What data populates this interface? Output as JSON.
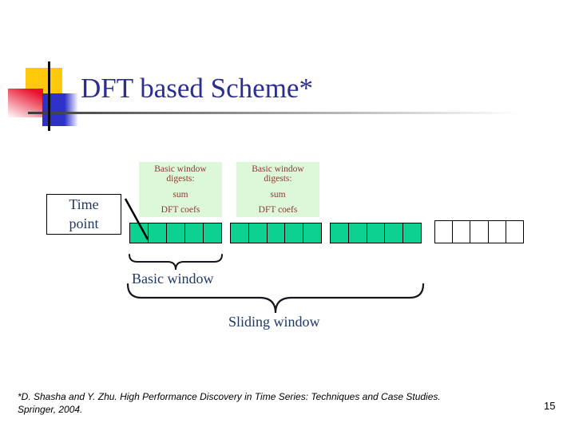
{
  "slide": {
    "title": "DFT based Scheme*",
    "page_number": "15",
    "footnote": "*D. Shasha and Y. Zhu. High Performance Discovery in Time Series: Techniques and Case Studies.\nSpringer, 2004."
  },
  "diagram": {
    "time_point_label": "Time\npoint",
    "digest_boxes": [
      {
        "heading": "Basic window\ndigests:",
        "item1": "sum",
        "item2": "DFT coefs"
      },
      {
        "heading": "Basic window\ndigests:",
        "item1": "sum",
        "item2": "DFT coefs"
      }
    ],
    "cell_groups": [
      {
        "name": "basic-window-1",
        "cell_count": 5,
        "filled": true
      },
      {
        "name": "basic-window-2",
        "cell_count": 5,
        "filled": true
      },
      {
        "name": "basic-window-3",
        "cell_count": 5,
        "filled": true
      },
      {
        "name": "future-window",
        "cell_count": 5,
        "filled": false
      }
    ],
    "basic_window_label": "Basic window",
    "sliding_window_label": "Sliding window"
  },
  "colors": {
    "cell_fill": "#0cd192",
    "digest_bg": "#ddf8d8",
    "digest_text": "#993333",
    "title": "#2d2f8f",
    "label": "#1f3864",
    "logo_yellow": "#ffc80a",
    "logo_blue": "#2e31c8",
    "logo_red": "#e8112d"
  }
}
